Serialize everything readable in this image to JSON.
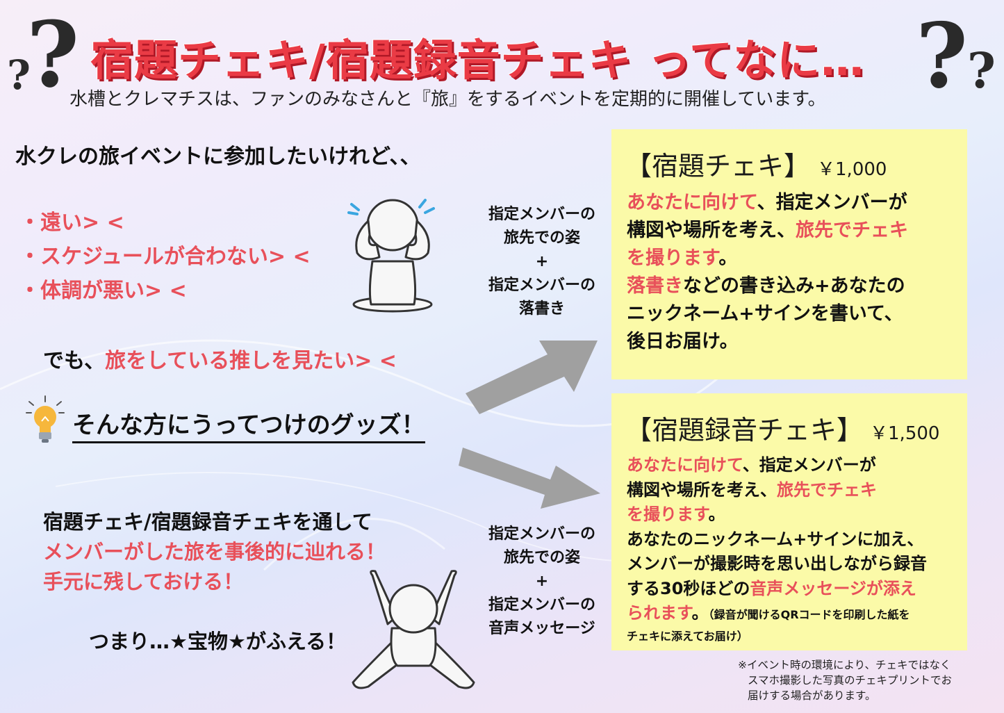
{
  "header": {
    "title": "宿題チェキ/宿題録音チェキ ってなに…",
    "subtitle": "水槽とクレマチスは、ファンのみなさんと『旅』をするイベントを定期的に開催しています。",
    "qmark": "?"
  },
  "left": {
    "intro": "水クレの旅イベントに参加したいけれど、、",
    "worries": [
      "遠い> <",
      "スケジュールが合わない> <",
      "体調が悪い> <"
    ],
    "demo_prefix": "でも、",
    "demo_highlight": "旅をしている推しを見たい> <",
    "goods": "そんな方にうってつけのグッズ！",
    "through_line1": "宿題チェキ/宿題録音チェキを通して",
    "through_line2": "メンバーがした旅を事後的に辿れる！",
    "through_line3": "手元に残しておける！",
    "treasure": "つまり…★宝物★がふえる！"
  },
  "middle": {
    "label1": [
      "指定メンバーの",
      "旅先での姿",
      "+",
      "指定メンバーの",
      "落書き"
    ],
    "label2": [
      "指定メンバーの",
      "旅先での姿",
      "+",
      "指定メンバーの",
      "音声メッセージ"
    ]
  },
  "card1": {
    "title": "【宿題チェキ】",
    "price": "￥1,000",
    "l1_red": "あなたに向けて",
    "l1_rest": "、指定メンバーが",
    "l2_black": "構図や場所を考え、",
    "l2_red": "旅先でチェキ",
    "l3_red": "を撮ります",
    "l3_rest": "。",
    "l4_red": "落書き",
    "l4_rest": "などの書き込み+あなたの",
    "l5": "ニックネーム+サインを書いて、",
    "l6": "後日お届け。"
  },
  "card2": {
    "title": "【宿題録音チェキ】",
    "price": "￥1,500",
    "l1_red": "あなたに向けて",
    "l1_rest": "、指定メンバーが",
    "l2_black": "構図や場所を考え、",
    "l2_red": "旅先でチェキ",
    "l3_red": "を撮ります",
    "l3_rest": "。",
    "l4": "あなたのニックネーム+サインに加え、",
    "l5": "メンバーが撮影時を思い出しながら録音",
    "l6_black": "する30秒ほどの",
    "l6_red": "音声メッセージが添え",
    "l7_red": "られます",
    "l7_rest": "。",
    "l7_small": "（録音が聞けるQRコードを印刷した紙を",
    "l8_small": "チェキに添えてお届け）"
  },
  "note": [
    "※イベント時の環境により、チェキではなく",
    "スマホ撮影した写真のチェキプリントでお",
    "届けする場合があります。"
  ],
  "colors": {
    "accent_red": "#e8505a",
    "card_yellow": "#fbfaa8",
    "arrow_gray": "#a0a0a0"
  }
}
